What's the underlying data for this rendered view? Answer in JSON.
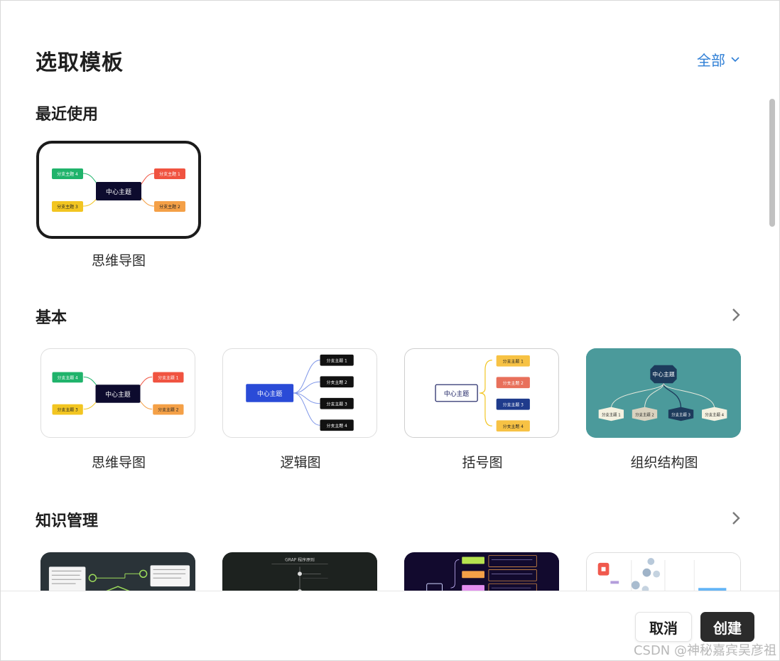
{
  "dialog": {
    "title": "选取模板",
    "filter_label": "全部"
  },
  "sections": {
    "recent": {
      "title": "最近使用",
      "cards": [
        {
          "label": "思维导图"
        }
      ]
    },
    "basic": {
      "title": "基本",
      "cards": [
        {
          "label": "思维导图"
        },
        {
          "label": "逻辑图"
        },
        {
          "label": "括号图"
        },
        {
          "label": "组织结构图"
        }
      ]
    },
    "knowledge": {
      "title": "知识管理"
    }
  },
  "thumbnails": {
    "center_topic": "中心主题",
    "branch_1": "分支主题 1",
    "branch_2": "分支主题 2",
    "branch_3": "分支主题 3",
    "branch_4": "分支主题 4",
    "grap_title": "GRAP 程序原则"
  },
  "footer": {
    "cancel_label": "取消",
    "create_label": "创建"
  },
  "watermark": "CSDN @神秘嘉宾吴彦祖",
  "colors": {
    "accent_link": "#2f7fd6",
    "create_button": "#2b2b2b",
    "org_chart_bg": "#4b9a9b",
    "mind_center": "#0d0b2e",
    "logic_center": "#2a4bd7"
  }
}
